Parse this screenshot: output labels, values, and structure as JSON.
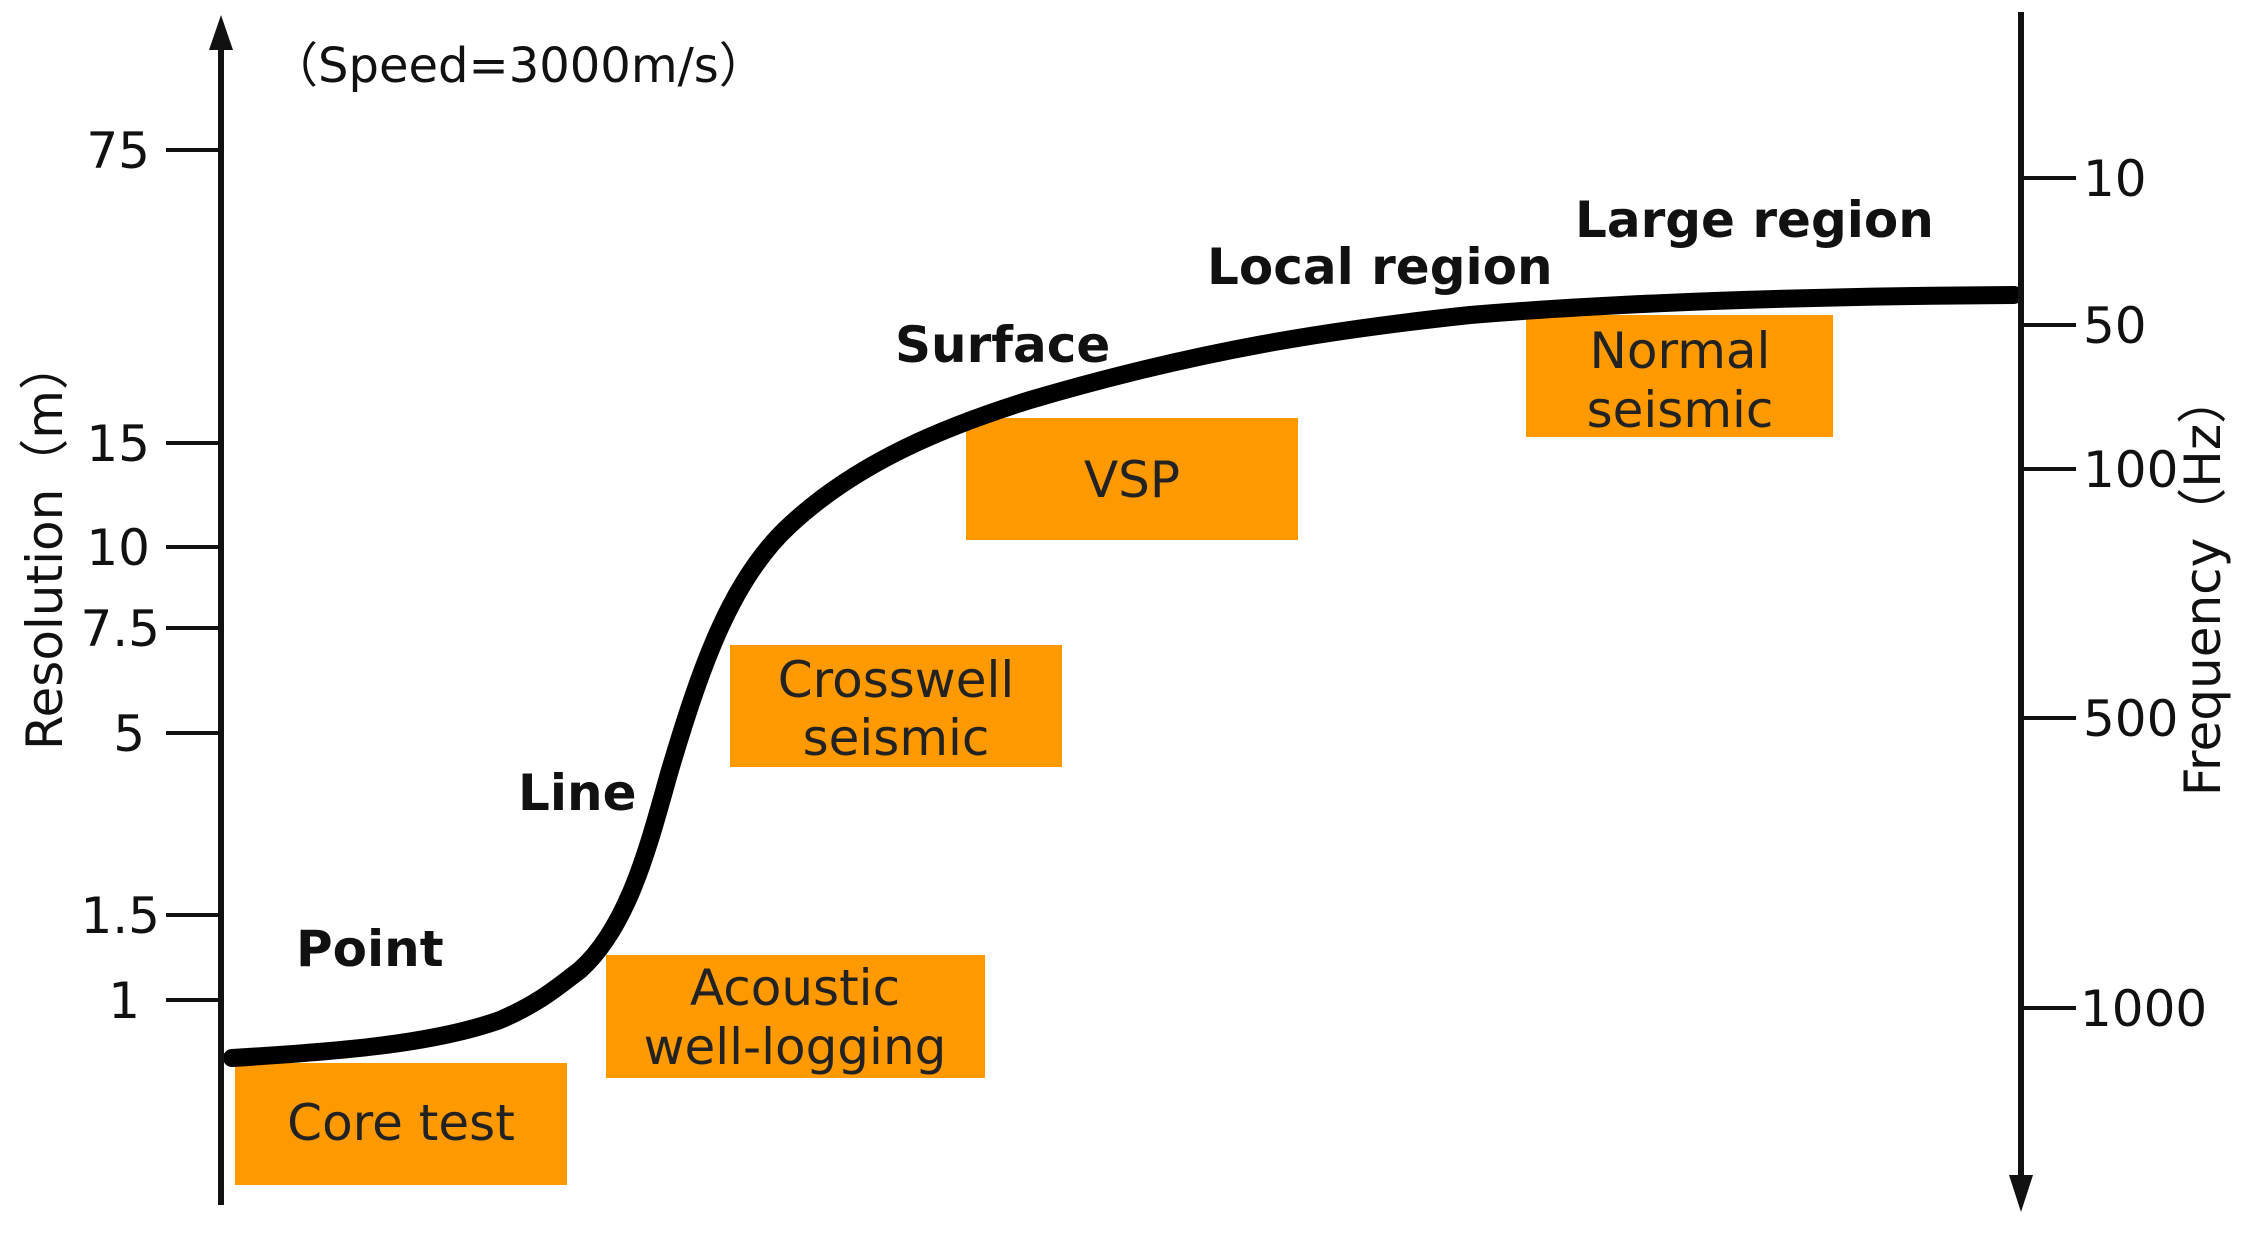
{
  "note": "（Speed=3000m/s）",
  "left_axis": {
    "title": "Resolution（m）",
    "ticks": [
      "75",
      "15",
      "10",
      "7.5",
      "5",
      "1.5",
      "1"
    ]
  },
  "right_axis": {
    "title": "Frequency（Hz）",
    "ticks": [
      "10",
      "50",
      "100",
      "500",
      "1000"
    ]
  },
  "stages": {
    "point": "Point",
    "line": "Line",
    "surface": "Surface",
    "local_region": "Local region",
    "large_region": "Large region"
  },
  "methods": {
    "core_test": [
      "Core test"
    ],
    "acoustic": [
      "Acoustic",
      "well-logging"
    ],
    "crosswell": [
      "Crosswell",
      "seismic"
    ],
    "vsp": [
      "VSP"
    ],
    "normal_seismic": [
      "Normal",
      "seismic"
    ]
  },
  "colors": {
    "box_fill": "#FF9900",
    "curve": "#000000",
    "axis": "#111111"
  }
}
